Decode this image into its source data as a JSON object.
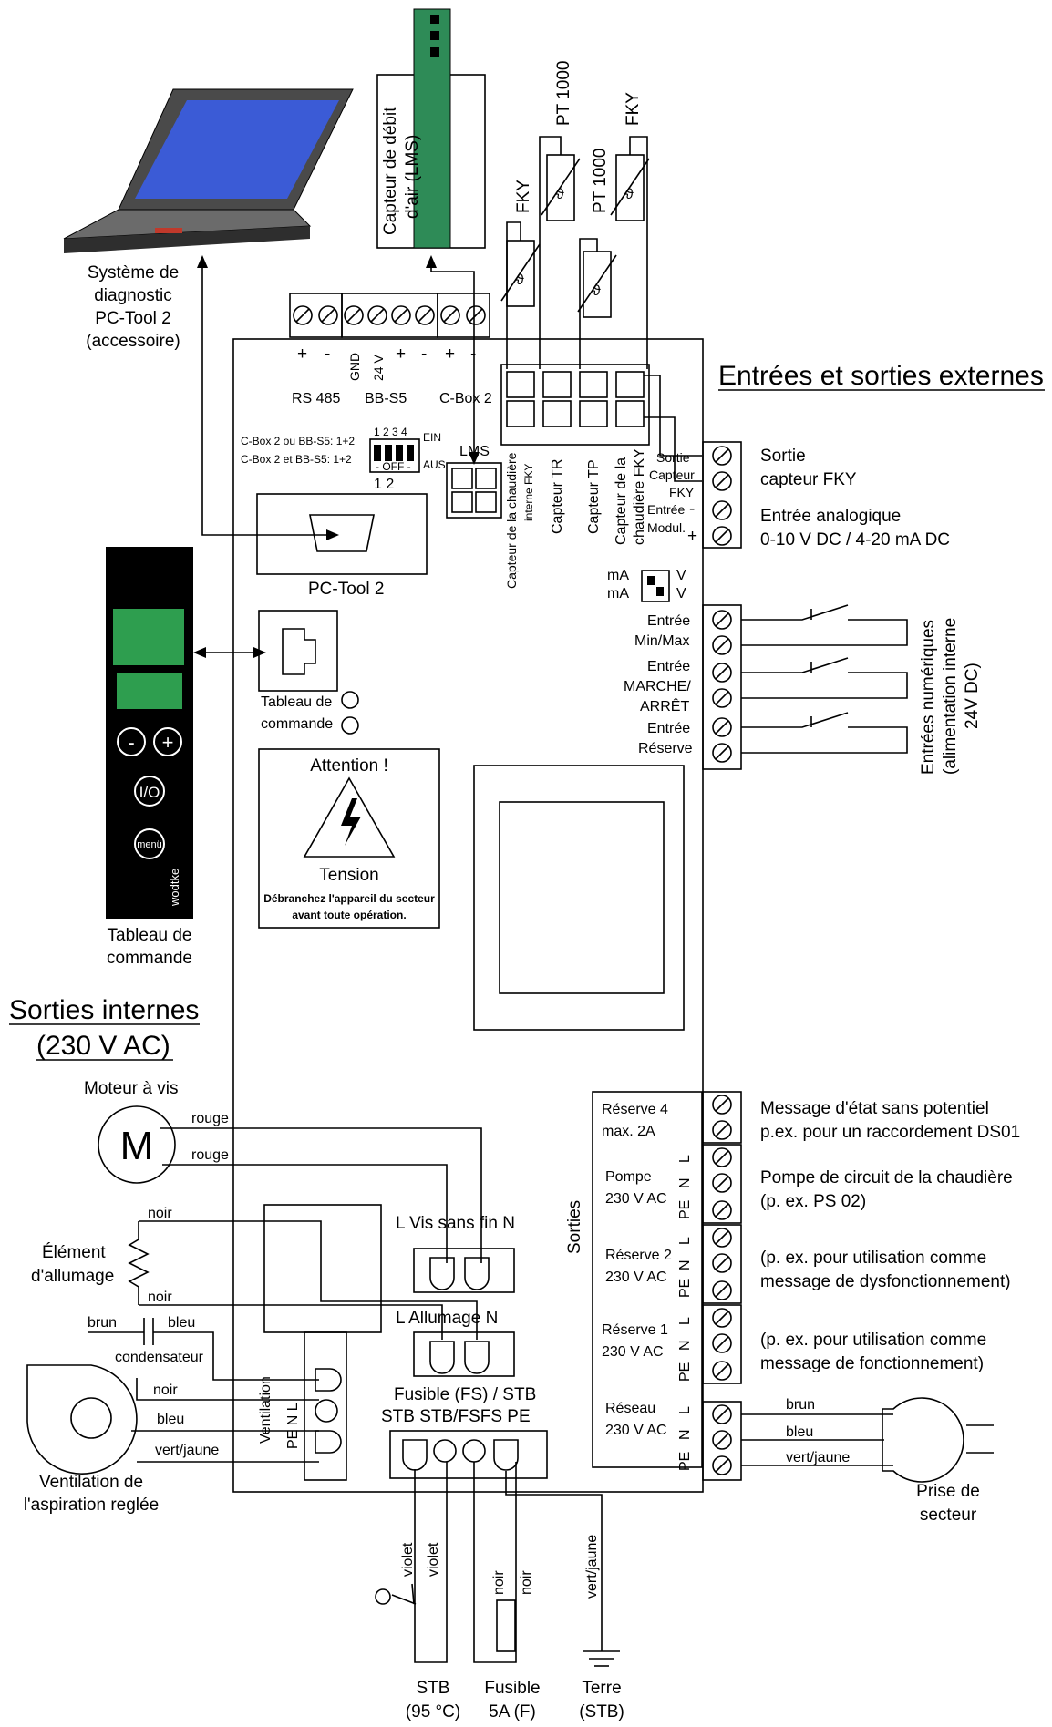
{
  "headings": {
    "external_io": "Entrées et sorties externes",
    "internal_outputs_line1": "Sorties internes",
    "internal_outputs_line2": "(230 V AC)"
  },
  "diagnostic": [
    "Système de",
    "diagnostic",
    "PC-Tool 2",
    "(accessoire)"
  ],
  "airflow_sensor": [
    "Capteur de débit",
    "d'air (LMS)"
  ],
  "probes": {
    "fky": "FKY",
    "pt1000": "PT 1000"
  },
  "terminals_top": {
    "rs485": "RS 485",
    "bbs5": "BB-S5",
    "cbox2": "C-Box 2",
    "gnd": "GND",
    "v24": "24 V",
    "plus": "+",
    "minus": "-"
  },
  "dip": {
    "line1": "C-Box 2 ou BB-S5: 1+2",
    "line2": "C-Box 2 et BB-S5: 1+2",
    "nums": "1 2 3 4",
    "off": "- OFF -",
    "ein": "EIN",
    "aus": "AUS",
    "pair": "1 2",
    "lms": "LMS",
    "ma": "mA",
    "v": "V"
  },
  "sensor_slots": [
    "Capteur de la chaudière",
    "interne FKY",
    "Capteur TR",
    "Capteur TP",
    "Capteur de la",
    "chaudière FKY"
  ],
  "pctool": "PC-Tool 2",
  "panel_port": [
    "Tableau de",
    "commande"
  ],
  "attention": {
    "title": "Attention !",
    "tension": "Tension",
    "note1": "Débranchez l'appareil du secteur",
    "note2": "avant toute opération."
  },
  "control_panel": {
    "minus": "-",
    "plus": "+",
    "io": "I/O",
    "menu": "menü",
    "brand": "wodtke",
    "caption": [
      "Tableau de",
      "commande"
    ]
  },
  "ext_labels": {
    "fky_terminal": [
      "Sortie",
      "Capteur",
      "FKY"
    ],
    "modul_terminal": [
      "Entrée",
      "Modul."
    ],
    "fky_out": [
      "Sortie",
      "capteur FKY"
    ],
    "analog_in": [
      "Entrée analogique",
      "0-10 V DC / 4-20 mA DC"
    ],
    "digital_in": [
      "Entrée",
      "Min/Max",
      "Entrée",
      "MARCHE/",
      "ARRÊT",
      "Entrée",
      "Réserve"
    ],
    "digital_side": [
      "Entrées numériques",
      "(alimentation interne",
      "24V DC)"
    ]
  },
  "outputs": {
    "sorties": "Sorties",
    "reserve4": [
      "Réserve 4",
      "max. 2A"
    ],
    "pompe": [
      "Pompe",
      "230 V AC"
    ],
    "reserve2": [
      "Réserve 2",
      "230 V AC"
    ],
    "reserve1": [
      "Réserve 1",
      "230 V AC"
    ],
    "reseau": [
      "Réseau",
      "230 V AC"
    ],
    "pins": {
      "l": "L",
      "n": "N",
      "pe": "PE"
    }
  },
  "output_desc": {
    "msg": [
      "Message d'état sans potentiel",
      "p.ex. pour un raccordement DS01"
    ],
    "pump": [
      "Pompe de circuit de la chaudière",
      "(p. ex.  PS 02)"
    ],
    "fault": [
      "(p. ex. pour utilisation comme",
      "message de dysfonctionnement)"
    ],
    "run": [
      "(p. ex. pour utilisation comme",
      "message de fonctionnement)"
    ]
  },
  "mains_plug": {
    "wires": [
      "brun",
      "bleu",
      "vert/jaune"
    ],
    "caption": [
      "Prise de",
      "secteur"
    ]
  },
  "motor": {
    "title": "Moteur à vis",
    "symbol": "M",
    "wires": [
      "rouge",
      "rouge"
    ]
  },
  "igniter": {
    "label": [
      "Élément",
      "d'allumage"
    ],
    "wires": [
      "noir",
      "noir"
    ],
    "vis": "L  Vis sans fin  N",
    "allumage": "L  Allumage  N"
  },
  "fan": {
    "cap_wires": [
      "brun",
      "bleu"
    ],
    "condensateur": "condensateur",
    "wires": [
      "noir",
      "bleu",
      "vert/jaune"
    ],
    "caption": [
      "Ventilation de",
      "l'aspiration reglée"
    ],
    "vent": "Ventilation",
    "pins": "PE  N  L"
  },
  "fuse_block": {
    "title": "Fusible (FS) / STB",
    "cols": "STB  STB/FSFS   PE"
  },
  "bottom_wires": {
    "violet": "violet",
    "noir": "noir",
    "vert_jaune": "vert/jaune"
  },
  "bottom_captions": {
    "stb": [
      "STB",
      "(95 °C)"
    ],
    "fuse": [
      "Fusible",
      "5A (F)"
    ],
    "earth": [
      "Terre",
      "(STB)"
    ]
  }
}
